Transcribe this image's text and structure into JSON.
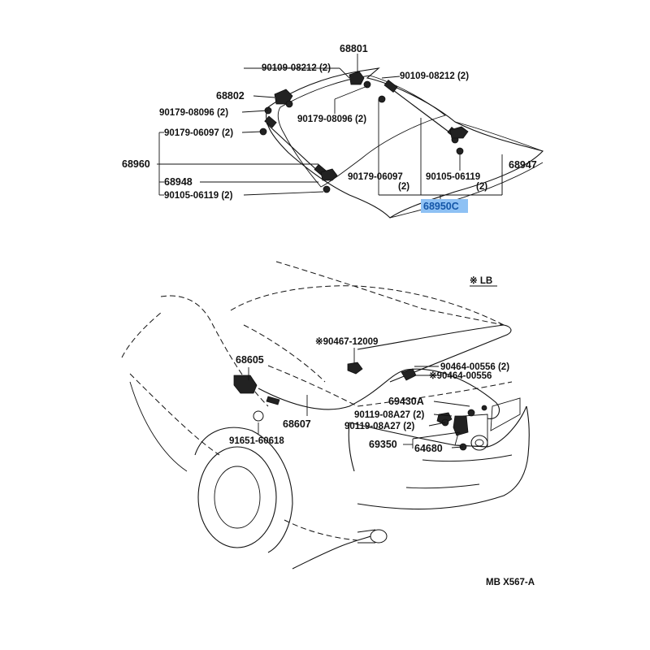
{
  "callouts": {
    "c68801": "68801",
    "c90109_a": "90109-08212 (2)",
    "c90109_b": "90109-08212 (2)",
    "c68802": "68802",
    "c90179_08096_a": "90179-08096 (2)",
    "c90179_08096_b": "90179-08096 (2)",
    "c90179_06097_a": "90179-06097 (2)",
    "c68960": "68960",
    "c68948": "68948",
    "c90105_a": "90105-06119 (2)",
    "c90179_06097_b": "90179-06097",
    "c90179_06097_b2": "(2)",
    "c90105_b": "90105-06119",
    "c90105_b2": "(2)",
    "c68947": "68947",
    "c68950C": "68950C",
    "lb_note": "※ LB",
    "c90467": "※90467-12009",
    "c68605": "68605",
    "c90464_a": "90464-00556 (2)",
    "c90464_b": "※90464-00556",
    "c69430A": "69430A",
    "c90119_a": "90119-08A27 (2)",
    "c90119_b": "90119-08A27 (2)",
    "c68607": "68607",
    "c69350": "69350",
    "c64680": "64680",
    "c91651": "91651-60618",
    "figure_code": "MB X567-A"
  },
  "highlight": {
    "part": "68950C",
    "color": "#8ec1f4"
  }
}
